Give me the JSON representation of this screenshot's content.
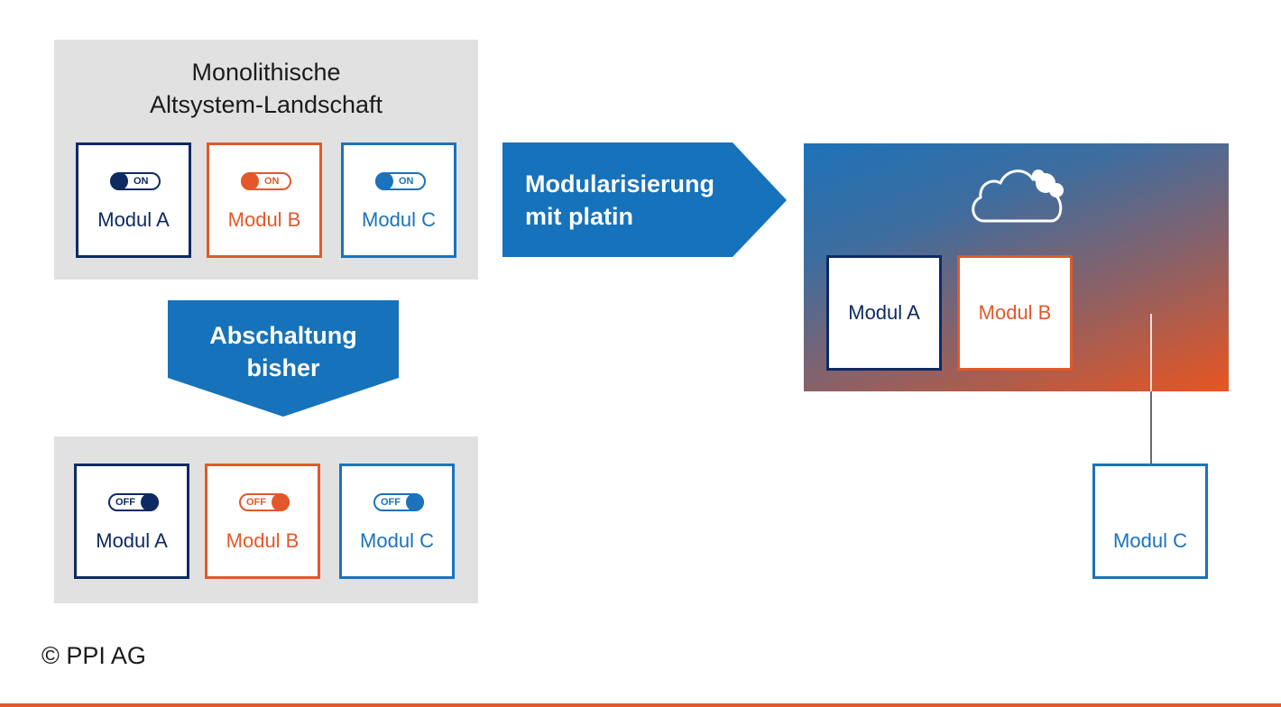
{
  "legacy": {
    "title_line1": "Monolithische",
    "title_line2": "Altsystem-Landschaft",
    "modules": [
      {
        "label": "Modul A",
        "toggle": "ON",
        "color": "#0e2a63"
      },
      {
        "label": "Modul B",
        "toggle": "ON",
        "color": "#e3582a"
      },
      {
        "label": "Modul C",
        "toggle": "ON",
        "color": "#1a73bc"
      }
    ]
  },
  "shutdown_arrow": {
    "line1": "Abschaltung",
    "line2": "bisher"
  },
  "shutdown": {
    "modules": [
      {
        "label": "Modul A",
        "toggle": "OFF",
        "color": "#0e2a63"
      },
      {
        "label": "Modul B",
        "toggle": "OFF",
        "color": "#e3582a"
      },
      {
        "label": "Modul C",
        "toggle": "OFF",
        "color": "#1a73bc"
      }
    ]
  },
  "modularization_arrow": {
    "line1": "Modularisierung",
    "line2": "mit platin"
  },
  "cloud": {
    "icon": "cloud-icon",
    "modules": [
      {
        "label": "Modul A",
        "color": "#0e2a63"
      },
      {
        "label": "Modul B",
        "color": "#e3582a"
      }
    ],
    "external_module": {
      "label": "Modul C",
      "color": "#1a73bc"
    }
  },
  "colors": {
    "arrow": "#1672ba",
    "panel": "#e1e1e1",
    "accent": "#e3582a"
  },
  "copyright": "© PPI AG"
}
